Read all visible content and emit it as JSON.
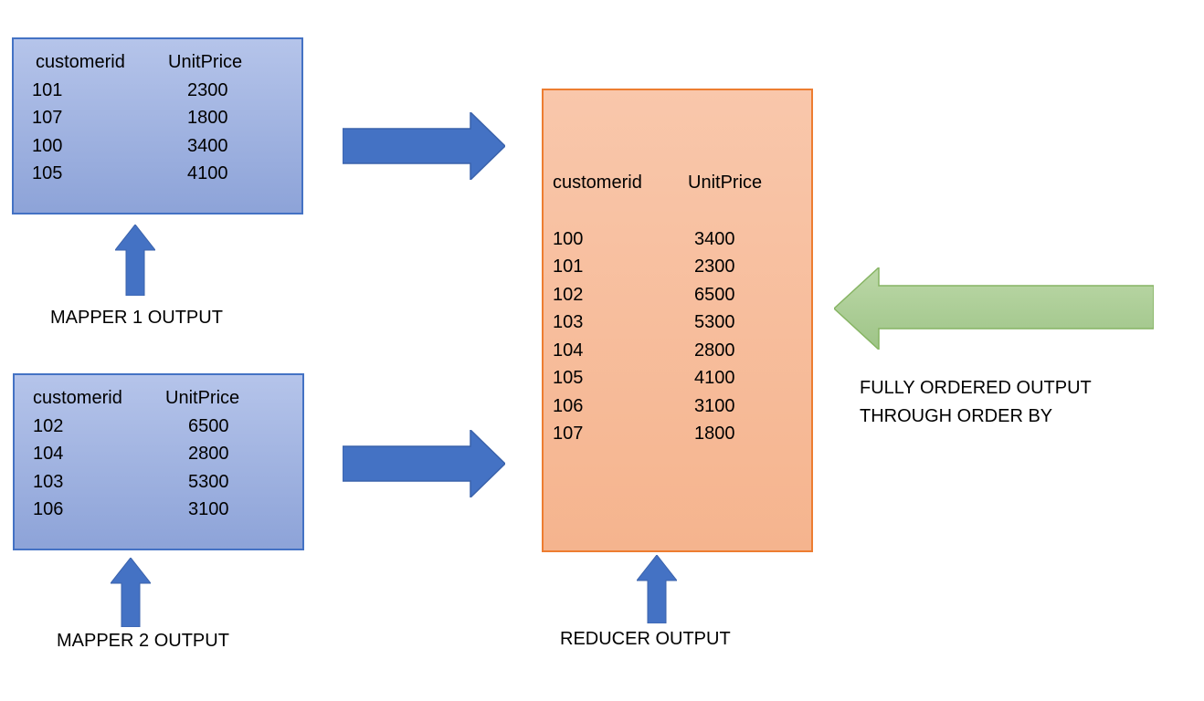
{
  "mapper1": {
    "headers": [
      "customerid",
      "UnitPrice"
    ],
    "rows": [
      [
        "101",
        "2300"
      ],
      [
        "107",
        "1800"
      ],
      [
        "100",
        "3400"
      ],
      [
        "105",
        "4100"
      ]
    ],
    "label": "MAPPER 1 OUTPUT"
  },
  "mapper2": {
    "headers": [
      "customerid",
      "UnitPrice"
    ],
    "rows": [
      [
        "102",
        "6500"
      ],
      [
        "104",
        "2800"
      ],
      [
        "103",
        "5300"
      ],
      [
        "106",
        "3100"
      ]
    ],
    "label": "MAPPER 2 OUTPUT"
  },
  "reducer": {
    "headers": [
      "customerid",
      "UnitPrice"
    ],
    "rows": [
      [
        "100",
        "3400"
      ],
      [
        "101",
        "2300"
      ],
      [
        "102",
        "6500"
      ],
      [
        "103",
        "5300"
      ],
      [
        "104",
        "2800"
      ],
      [
        "105",
        "4100"
      ],
      [
        "106",
        "3100"
      ],
      [
        "107",
        "1800"
      ]
    ],
    "label": "REDUCER OUTPUT"
  },
  "annotation": {
    "line1": "FULLY ORDERED OUTPUT",
    "line2": "THROUGH ORDER BY"
  },
  "icons": {
    "up_arrow": "up-arrow",
    "right_arrow": "right-arrow",
    "left_arrow": "left-arrow"
  },
  "colors": {
    "mapper_box_fill_top": "#b5c4ea",
    "mapper_box_fill_bottom": "#8da3d8",
    "mapper_box_border": "#4472c4",
    "reducer_box_fill_top": "#f9c7ab",
    "reducer_box_fill_bottom": "#f5b48e",
    "reducer_box_border": "#ed7d31",
    "blue_arrow_fill": "#4472c4",
    "blue_arrow_border": "#3a62ab",
    "green_arrow_fill": "#a9cb92",
    "green_arrow_border": "#86b463"
  }
}
